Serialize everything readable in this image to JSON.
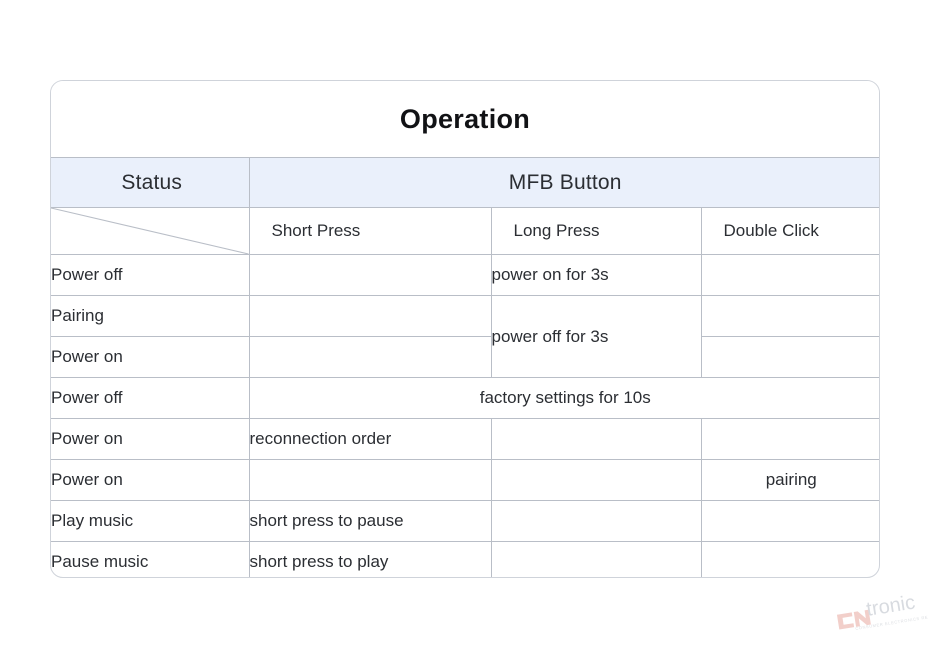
{
  "card": {
    "title": "Operation"
  },
  "table": {
    "header": {
      "status_label": "Status",
      "mfb_label": "MFB Button"
    },
    "subheader": {
      "corner": "",
      "short_press": "Short Press",
      "long_press": "Long Press",
      "double_click": "Double Click"
    },
    "rows": [
      {
        "status": "Power off",
        "short_press": "",
        "long_press": "power on for 3s",
        "double_click": ""
      },
      {
        "status": "Pairing",
        "short_press": "",
        "long_press": "power off for 3s",
        "double_click": ""
      },
      {
        "status": "Power on",
        "short_press": "",
        "long_press": "",
        "double_click": ""
      },
      {
        "status": "Power off",
        "merged_all": "factory settings for 10s"
      },
      {
        "status": "Power on",
        "short_press": "reconnection order",
        "long_press": "",
        "double_click": ""
      },
      {
        "status": "Power on",
        "short_press": "",
        "long_press": "",
        "double_click": "pairing"
      },
      {
        "status": "Play music",
        "short_press": "short press to pause",
        "long_press": "",
        "double_click": ""
      },
      {
        "status": "Pause music",
        "short_press": "short press to play",
        "long_press": "",
        "double_click": ""
      }
    ]
  },
  "watermark": {
    "brand": "CNtronic",
    "tagline": "CONSUMER ELECTRONICS RETAILER",
    "mark_color": "#e8a9a0",
    "text_color": "#b9bec7"
  },
  "colors": {
    "header_band": "#eaf0fb",
    "grid_line": "#b9bec7",
    "card_border": "#cfd3da",
    "text": "#2b2e33",
    "title": "#111215",
    "page_bg": "#ffffff"
  }
}
